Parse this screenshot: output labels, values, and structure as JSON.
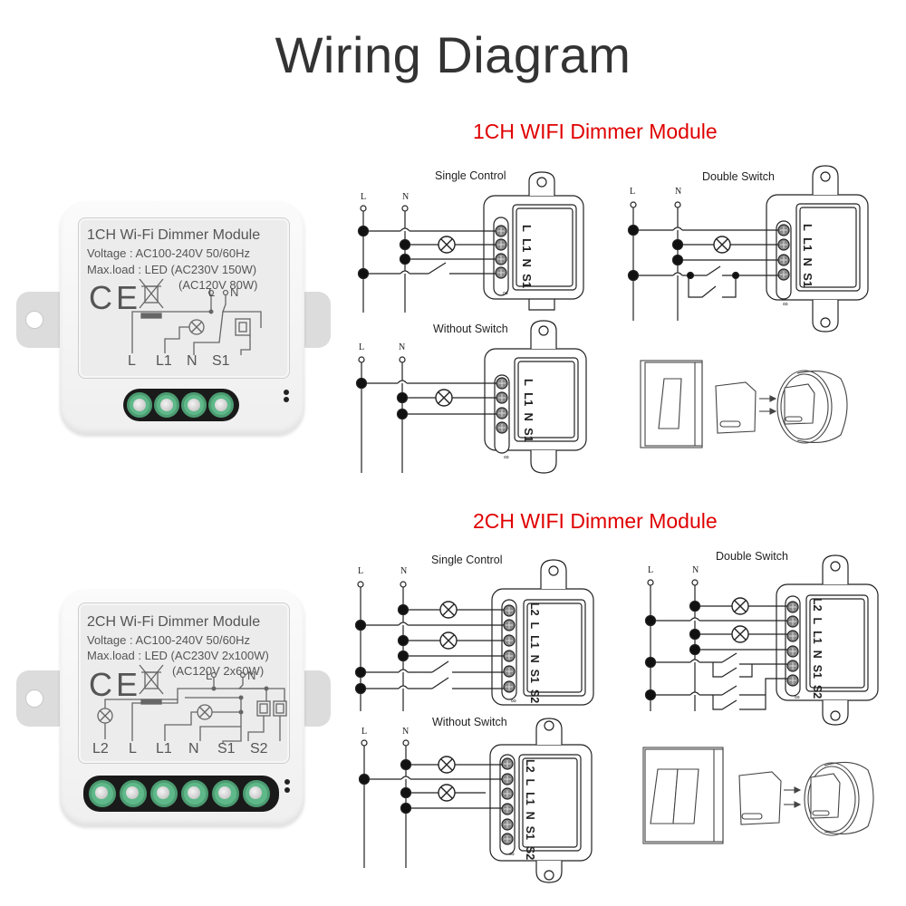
{
  "title": "Wiring Diagram",
  "sections": [
    {
      "title": "1CH WIFI Dimmer Module",
      "device": {
        "name": "1CH Wi-Fi Dimmer Module",
        "voltage": "Voltage : AC100-240V 50/60Hz",
        "maxload": "Max.load : LED (AC230V 150W)",
        "maxload2": "(AC120V 80W)",
        "ce": "CE",
        "terminals": [
          "L",
          "L1",
          "N",
          "S1"
        ],
        "schematic_l": "L",
        "schematic_n": "N",
        "accent_color": "#5fb889"
      },
      "diagrams": [
        {
          "label": "Single Control",
          "line_l": "L",
          "line_n": "N",
          "terminals": [
            "L",
            "L1",
            "N",
            "S1"
          ]
        },
        {
          "label": "Double Switch",
          "line_l": "L",
          "line_n": "N",
          "terminals": [
            "L",
            "L1",
            "N",
            "S1"
          ]
        },
        {
          "label": "Without Switch",
          "line_l": "L",
          "line_n": "N",
          "terminals": [
            "L",
            "L1",
            "N",
            "S1"
          ]
        }
      ],
      "install_illustration": "single-gang switch + module into wall box"
    },
    {
      "title": "2CH WIFI Dimmer Module",
      "device": {
        "name": "2CH Wi-Fi Dimmer Module",
        "voltage": "Voltage : AC100-240V 50/60Hz",
        "maxload": "Max.load : LED (AC230V 2x100W)",
        "maxload2": "(AC120V 2x60W)",
        "ce": "CE",
        "terminals": [
          "L2",
          "L",
          "L1",
          "N",
          "S1",
          "S2"
        ],
        "schematic_l": "L",
        "schematic_n": "N",
        "accent_color": "#5fb889"
      },
      "diagrams": [
        {
          "label": "Single Control",
          "line_l": "L",
          "line_n": "N",
          "terminals": [
            "L2",
            "L",
            "L1",
            "N",
            "S1",
            "S2"
          ]
        },
        {
          "label": "Double Switch",
          "line_l": "L",
          "line_n": "N",
          "terminals": [
            "L2",
            "L",
            "L1",
            "N",
            "S1",
            "S2"
          ]
        },
        {
          "label": "Without Switch",
          "line_l": "L",
          "line_n": "N",
          "terminals": [
            "L2",
            "L",
            "L1",
            "N",
            "S1",
            "S2"
          ]
        }
      ],
      "install_illustration": "two-gang switch + module into wall box"
    }
  ],
  "colors": {
    "title": "#333333",
    "section_title": "#e00000",
    "terminal_green": "#5fb889"
  }
}
